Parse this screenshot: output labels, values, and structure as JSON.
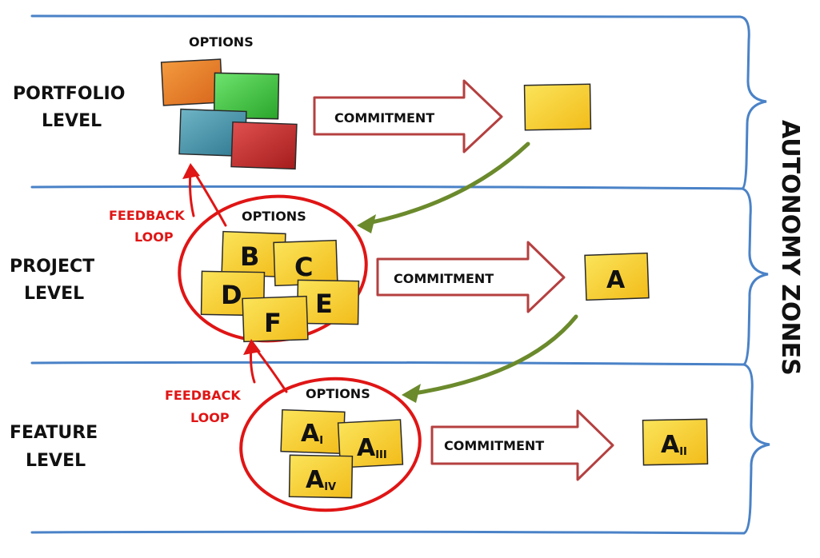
{
  "levels": {
    "portfolio": {
      "line1": "PORTFOLIO",
      "line2": "LEVEL"
    },
    "project": {
      "line1": "PROJECT",
      "line2": "LEVEL"
    },
    "feature": {
      "line1": "FEATURE",
      "line2": "LEVEL"
    }
  },
  "options_label": "OPTIONS",
  "commitment_label": "COMMITMENT",
  "feedback": {
    "line1": "FEEDBACK",
    "line2": "LOOP"
  },
  "autonomy_label": "AUTONOMY ZONES",
  "project_notes": [
    "B",
    "C",
    "D",
    "E",
    "F"
  ],
  "project_commitment": "A",
  "feature_notes": [
    {
      "base": "A",
      "sub": "I"
    },
    {
      "base": "A",
      "sub": "III"
    },
    {
      "base": "A",
      "sub": "IV"
    }
  ],
  "feature_commitment": {
    "base": "A",
    "sub": "II"
  },
  "colors": {
    "sticky_yellow": "#f7cf2c",
    "sticky_orange": "#ea7b25",
    "sticky_green": "#3fc23f",
    "sticky_blue": "#3f8fa6",
    "sticky_red": "#c92a2a",
    "zone_line_blue": "#4a82c7",
    "commitment_arrow": "#b54040",
    "feedback_red": "#e01515",
    "green_arrow": "#6b8a2c"
  }
}
